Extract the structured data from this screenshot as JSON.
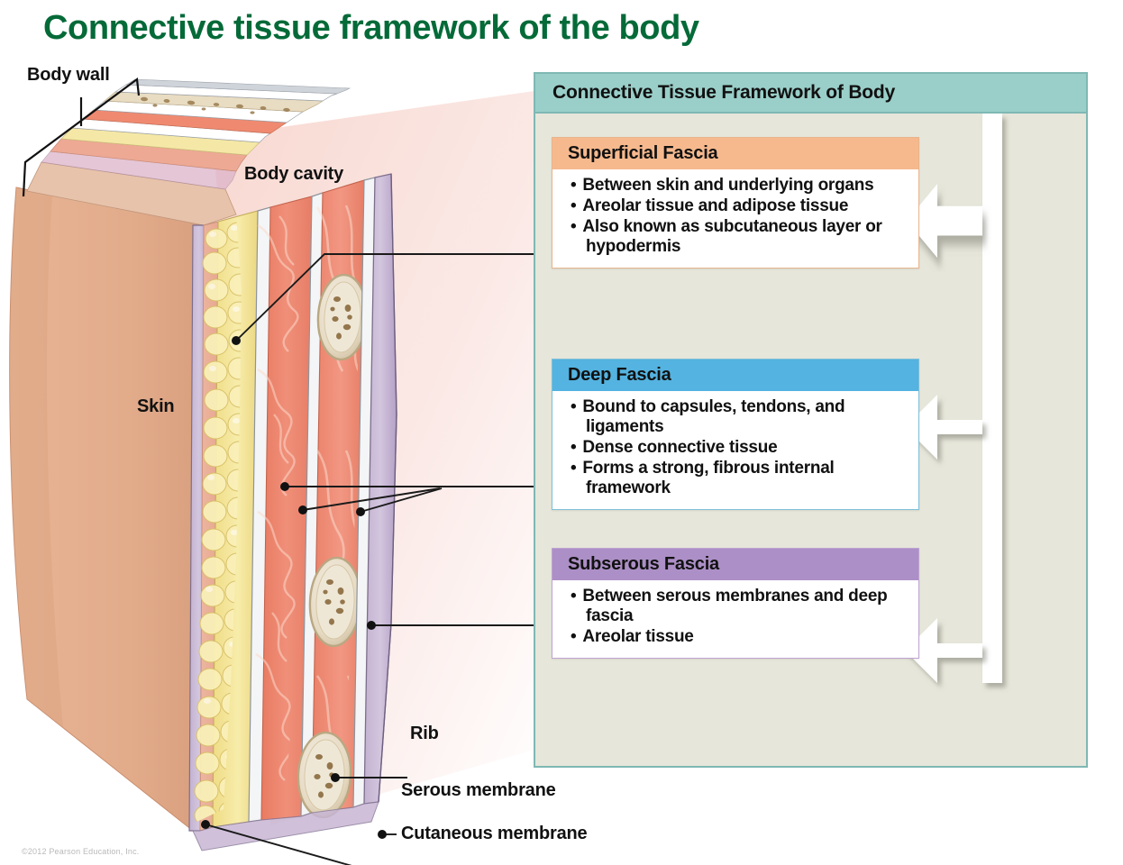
{
  "title": "Connective tissue framework of the body",
  "colors": {
    "title_green": "#046a38",
    "panel_header_teal": "#9acfc9",
    "panel_bg": "#e6e6da",
    "panel_border": "#7fb8b4",
    "superficial_accent": "#f6b98e",
    "deep_accent": "#54b3e0",
    "subserous_accent": "#ac8fc6",
    "skin_tan": "#e2ac8b",
    "adipose_yellow": "#f2e08a",
    "muscle_red": "#ec7f68",
    "serous_purple": "#b9a7c8",
    "bone_cream": "#e8ddc8"
  },
  "illustration": {
    "labels": {
      "body_wall": "Body wall",
      "body_cavity": "Body cavity",
      "skin": "Skin",
      "rib": "Rib",
      "serous_membrane": "Serous membrane",
      "cutaneous_membrane": "Cutaneous membrane"
    },
    "copyright": "©2012 Pearson Education, Inc."
  },
  "panel": {
    "header": "Connective Tissue Framework of Body",
    "cards": [
      {
        "id": "superficial",
        "title": "Superficial Fascia",
        "bullets": [
          "Between skin and underlying organs",
          "Areolar tissue and adipose tissue",
          "Also known as subcutaneous layer or hypodermis"
        ]
      },
      {
        "id": "deep",
        "title": "Deep Fascia",
        "bullets": [
          "Bound to capsules, tendons, and ligaments",
          "Dense connective tissue",
          "Forms a strong, fibrous internal framework"
        ]
      },
      {
        "id": "subserous",
        "title": "Subserous Fascia",
        "bullets": [
          "Between serous membranes and deep fascia",
          "Areolar tissue"
        ]
      }
    ]
  }
}
